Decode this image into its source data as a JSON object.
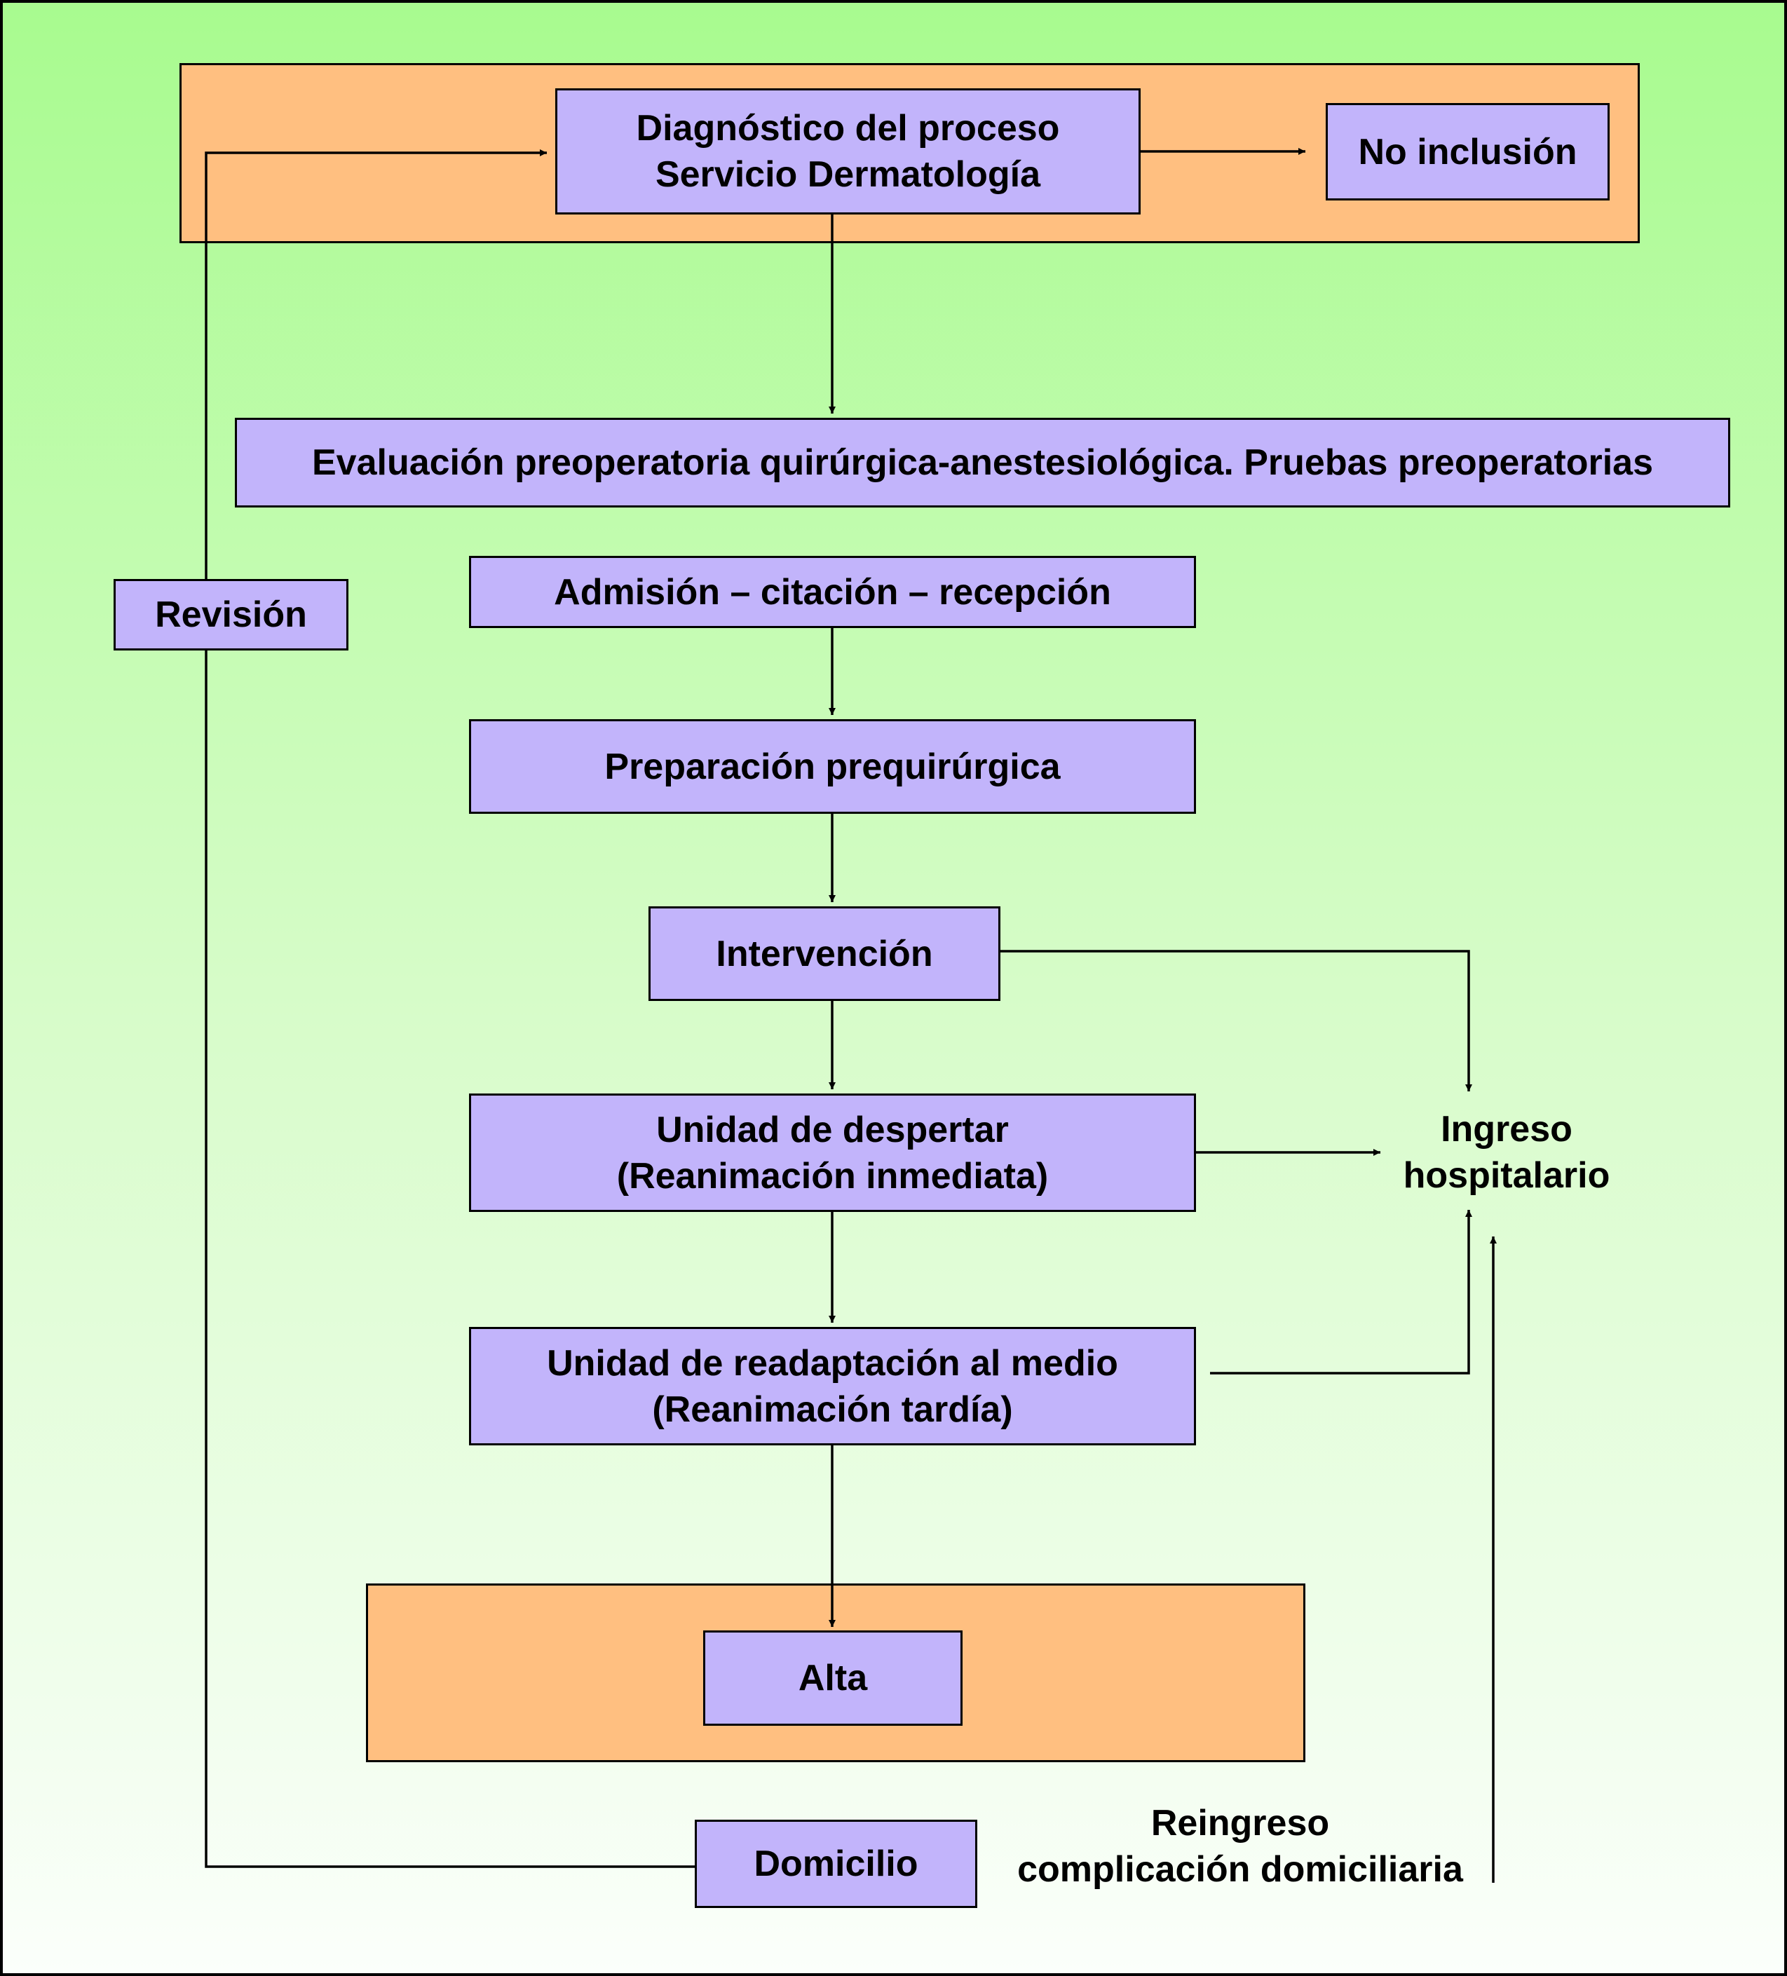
{
  "diagram": {
    "nodes": {
      "diagnostico": {
        "line1": "Diagnóstico del proceso",
        "line2": "Servicio Dermatología"
      },
      "no_inclusion": {
        "label": "No inclusión"
      },
      "evaluacion": {
        "label": "Evaluación preoperatoria quirúrgica-anestesiológica. Pruebas preoperatorias"
      },
      "revision": {
        "label": "Revisión"
      },
      "admision": {
        "label": "Admisión – citación – recepción"
      },
      "preparacion": {
        "label": "Preparación prequirúrgica"
      },
      "intervencion": {
        "label": "Intervención"
      },
      "unidad_despertar": {
        "line1": "Unidad de despertar",
        "line2": "(Reanimación inmediata)"
      },
      "ingreso": {
        "line1": "Ingreso",
        "line2": "hospitalario"
      },
      "unidad_readaptacion": {
        "line1": "Unidad de readaptación al medio",
        "line2": "(Reanimación tardía)"
      },
      "alta": {
        "label": "Alta"
      },
      "domicilio": {
        "label": "Domicilio"
      },
      "reingreso": {
        "line1": "Reingreso",
        "line2": "complicación domiciliaria"
      }
    },
    "colors": {
      "node_fill": "#c2b4fb",
      "band_fill": "#ffbf80",
      "background_top": "#a8fb8f",
      "background_bottom": "#fbfffb"
    }
  }
}
